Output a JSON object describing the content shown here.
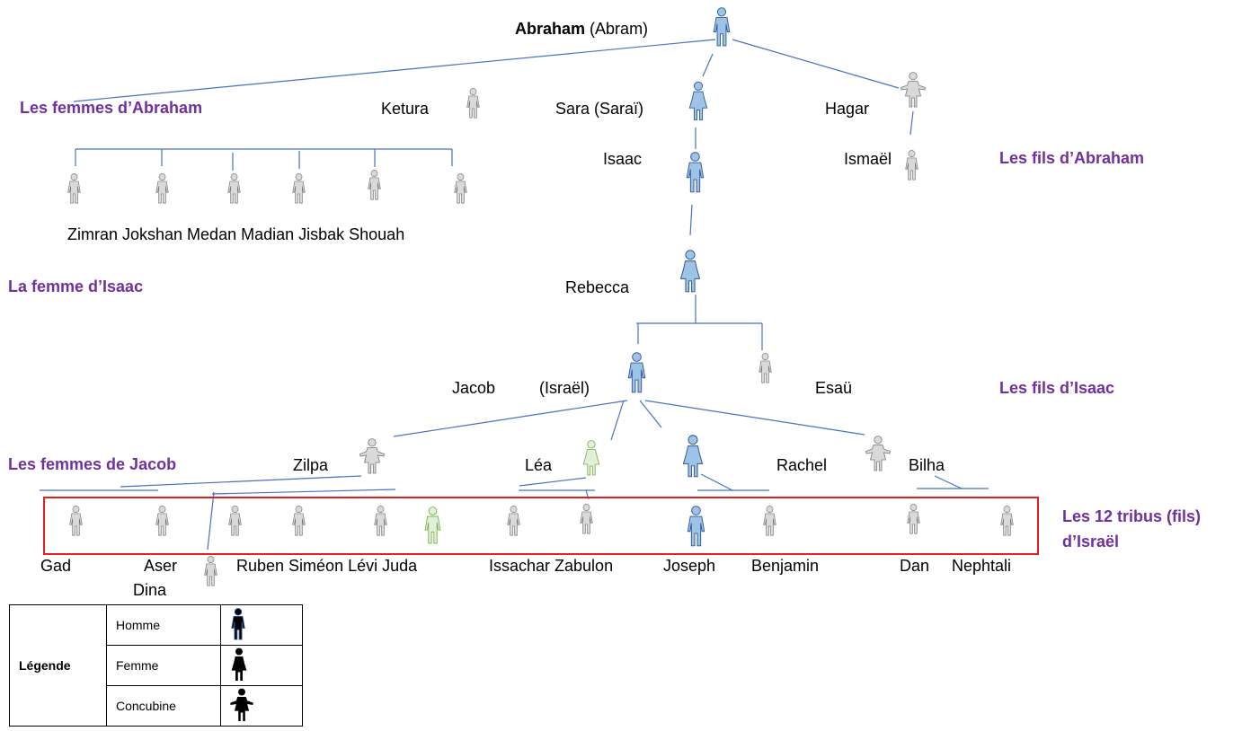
{
  "colors": {
    "line": "#4472c4",
    "main": "#9dc3e6",
    "main_stroke": "#2f5597",
    "minor": "#d9d9d9",
    "minor_stroke": "#767676",
    "highlight": "#e2f0d9",
    "highlight_stroke": "#70ad47",
    "section": "#7030a0",
    "box": "#e02020"
  },
  "people": {
    "abraham": {
      "name": "Abraham",
      "alias": "(Abram)"
    },
    "ketura": "Ketura",
    "sara": "Sara  (Saraï)",
    "hagar": "Hagar",
    "isaac": "Isaac",
    "ismael": "Ismaël",
    "sons_ketura": "Zimran Jokshan Medan Madian Jisbak Shouah",
    "rebecca": "Rebecca",
    "jacob": "Jacob",
    "israel": "(Israël)",
    "esau": "Esaü",
    "zilpa": "Zilpa",
    "lea": "Léa",
    "rachel": "Rachel",
    "bilha": "Bilha",
    "gad": "Gad",
    "aser": "Aser",
    "dina": "Dina",
    "tribes_mid": "Ruben Siméon Lévi Juda",
    "tribes_mid2": "Issachar Zabulon",
    "joseph": "Joseph",
    "benjamin": "Benjamin",
    "dan": "Dan",
    "nephtali": "Nephtali"
  },
  "sections": {
    "femmes_abraham": "Les femmes d’Abraham",
    "fils_abraham": "Les fils d’Abraham",
    "femme_isaac": "La femme d’Isaac",
    "fils_isaac": "Les fils d’Isaac",
    "femmes_jacob": "Les femmes de Jacob",
    "tribus_line1": "Les 12 tribus (fils)",
    "tribus_line2": "d’Israël"
  },
  "legend": {
    "title": "Légende",
    "rows": [
      {
        "label": "Homme",
        "icon": "male-icon"
      },
      {
        "label": "Femme",
        "icon": "female-icon"
      },
      {
        "label": "Concubine",
        "icon": "concubine-icon"
      }
    ]
  }
}
